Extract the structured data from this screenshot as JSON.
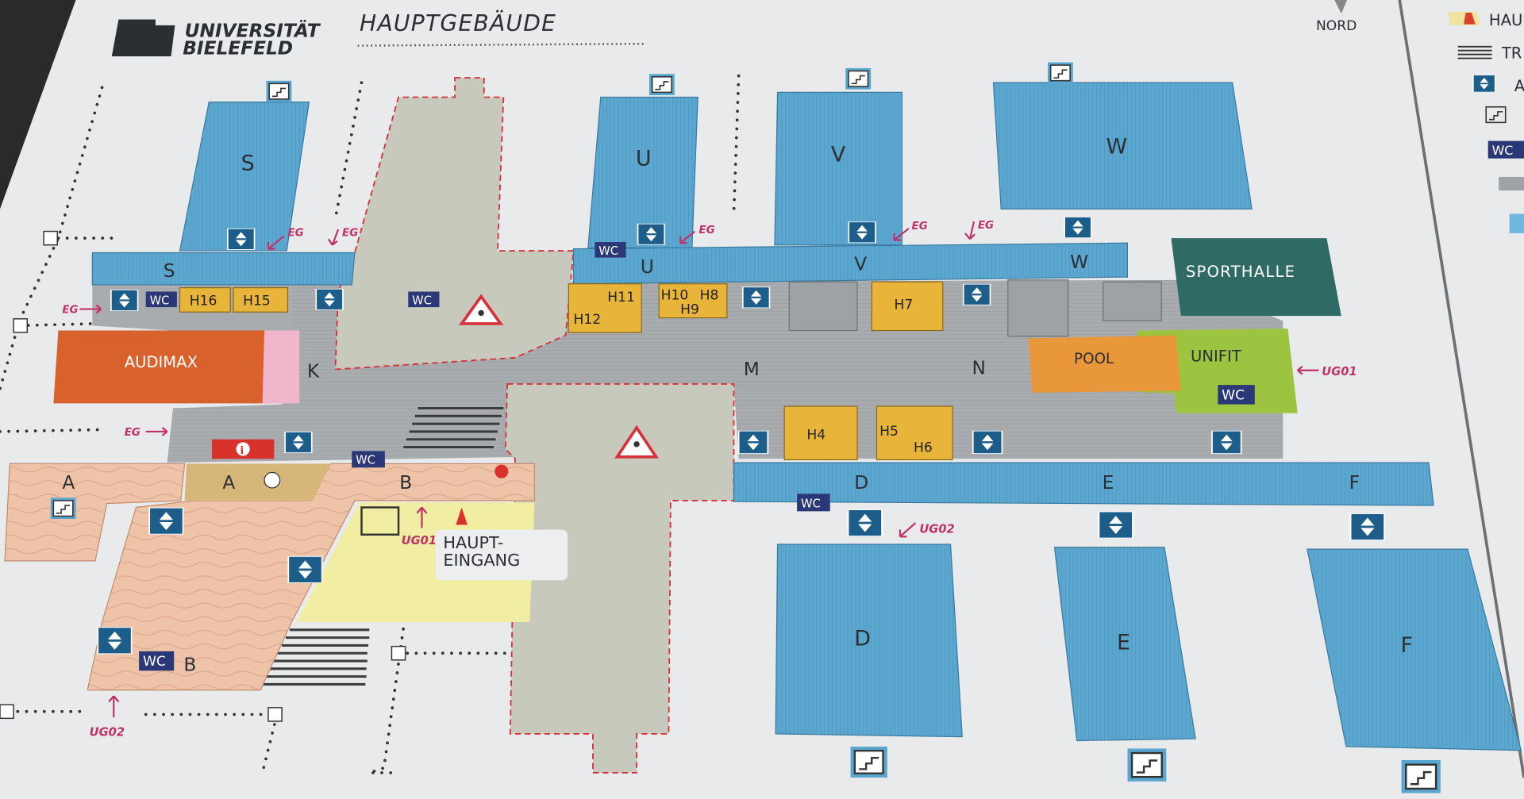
{
  "header": {
    "logo_line1": "UNIVERSITÄT",
    "logo_line2": "BIELEFELD",
    "title": "HAUPTGEBÄUDE",
    "north": "NORD"
  },
  "legend": {
    "items": [
      {
        "icon": "main-entrance-icon",
        "label": "HAU"
      },
      {
        "icon": "stairs-stripes-icon",
        "label": "TR"
      },
      {
        "icon": "elevator-icon",
        "label": "A"
      },
      {
        "icon": "staircase-icon",
        "label": ""
      },
      {
        "icon": "wc-icon",
        "label": "WC"
      },
      {
        "icon": "gray-stripes-icon",
        "label": ""
      },
      {
        "icon": "blue-stripes-icon",
        "label": ""
      }
    ]
  },
  "buildings": {
    "S": "S",
    "U": "U",
    "V": "V",
    "W": "W",
    "D": "D",
    "E": "E",
    "F": "F",
    "A": "A",
    "B": "B",
    "K": "K",
    "M": "M",
    "N": "N"
  },
  "rooms": {
    "audimax": "AUDIMAX",
    "sporthalle": "SPORTHALLE",
    "pool": "POOL",
    "unifit": "UNIFIT",
    "H16": "H16",
    "H15": "H15",
    "H11": "H11",
    "H12": "H12",
    "H10": "H10",
    "H8": "H8",
    "H9": "H9",
    "H7": "H7",
    "H4": "H4",
    "H5": "H5",
    "H6": "H6"
  },
  "entrance": {
    "line1": "HAUPT-",
    "line2": "EINGANG"
  },
  "levels": {
    "eg": "EG",
    "ug01": "UG01",
    "ug02": "UG02"
  },
  "wc": "WC",
  "info": "i",
  "colors": {
    "board": "#e8eaeb",
    "tower_blue": "#5aa6cf",
    "corridor_gray": "#a9acaf",
    "lecture_yellow": "#e8b53a",
    "audimax_orange": "#d8612c",
    "pool_orange": "#e8973a",
    "unifit_green": "#9cc440",
    "sporthalle_green": "#2f6b64",
    "construction": "#c7c9bd",
    "peach": "#efc3a8",
    "entrance_yellow": "#f1eda2",
    "elevator_blue": "#1d5d8a",
    "wc_navy": "#2b3878",
    "level_pink": "#c2306a"
  }
}
